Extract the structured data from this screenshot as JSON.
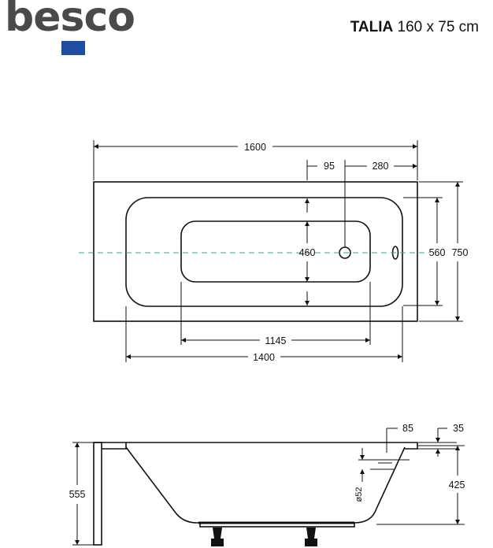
{
  "brand": {
    "name": "besco",
    "accent": "#1f4ea1"
  },
  "product": {
    "model": "TALIA",
    "size": "160 x 75 cm"
  },
  "top_view": {
    "overall_length": "1600",
    "overall_width": "750",
    "inner_length": "1400",
    "inner_width": "560",
    "bottom_length": "1145",
    "bottom_width": "460",
    "drain_offset_a": "95",
    "drain_offset_b": "280"
  },
  "side_view": {
    "total_height": "555",
    "rim_width": "85",
    "rim_thickness": "35",
    "depth": "425",
    "drain_diameter": "ø52"
  },
  "colors": {
    "centerline": "#3aa86a",
    "line": "#111111"
  }
}
